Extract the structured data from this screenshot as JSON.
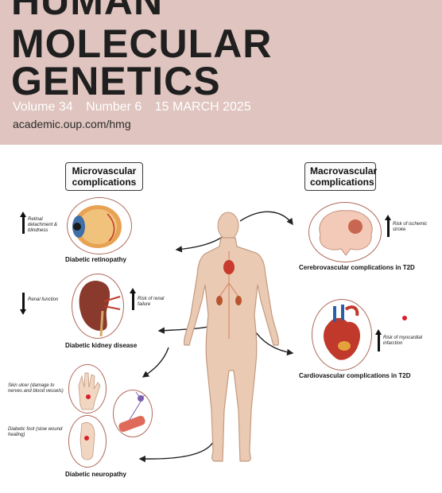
{
  "journal": {
    "title_lines": [
      "HUMAN",
      "MOLECULAR",
      "GENETICS"
    ],
    "volume": "Volume 34",
    "number": "Number 6",
    "date": "15 MARCH 2025",
    "url": "academic.oup.com/hmg"
  },
  "figure": {
    "micro_title": "Microvascular complications",
    "macro_title": "Macrovascular complications",
    "retinopathy": {
      "caption": "Diabetic retinopathy",
      "note": "Retinal detachment & blindness"
    },
    "kidney": {
      "caption": "Diabetic kidney disease",
      "note_renal": "Renal function",
      "note_failure": "Risk of renal failure"
    },
    "neuropathy": {
      "caption": "Diabetic neuropathy",
      "note_ulcer": "Skin ulcer (damage to nerves and blood vessels)",
      "note_foot": "Diabetic foot (slow wound healing)"
    },
    "cerebro": {
      "caption": "Cerebrovascular complications in T2D",
      "note": "Risk of ischemic stroke"
    },
    "cardio": {
      "caption": "Cardiovascular complications in T2D",
      "note": "Risk of myocardial infarction"
    }
  },
  "colors": {
    "header_bg": "#dfc4bf",
    "title": "#1f1f1f",
    "issue": "#ffffff",
    "accent_red": "#d8202a"
  }
}
